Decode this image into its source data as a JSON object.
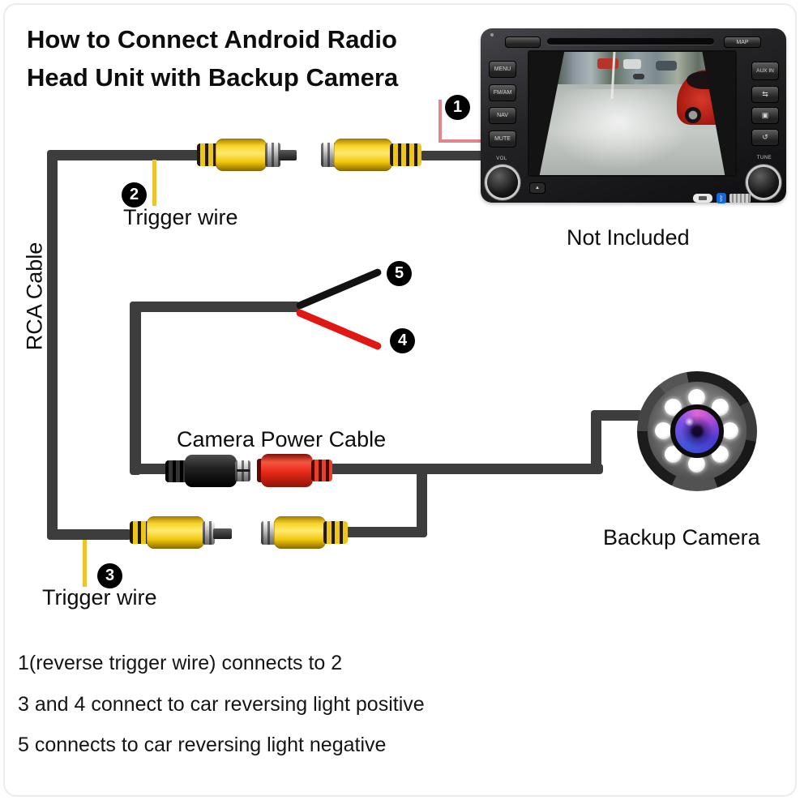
{
  "title": {
    "line1": "How to Connect Android Radio",
    "line2": "Head Unit with Backup Camera"
  },
  "labels": {
    "rca_cable": "RCA Cable",
    "trigger_wire_top": "Trigger wire",
    "trigger_wire_bottom": "Trigger wire",
    "camera_power_cable": "Camera Power Cable",
    "backup_camera": "Backup Camera",
    "not_included": "Not Included"
  },
  "callouts": {
    "reverse_input": "1",
    "trigger_top": "2",
    "trigger_bottom": "3",
    "power_positive": "4",
    "ground_negative": "5"
  },
  "notes": {
    "line1": "1(reverse trigger wire) connects to 2",
    "line2": "3 and 4 connect to car reversing light positive",
    "line3": "5 connects to car reversing light negative"
  },
  "head_unit": {
    "top_button": "MAP",
    "left_buttons": [
      "MENU",
      "FM/AM",
      "NAV",
      "MUTE"
    ],
    "aux_button": "AUX IN",
    "knob_left": "VOL",
    "knob_right": "TUNE"
  },
  "icons": {
    "bluetooth": "ᛒ",
    "eject": "▲",
    "swap": "⇆",
    "phone_book": "▣",
    "return": "↺"
  },
  "colors": {
    "cable_gray": "#3d3d3d",
    "rca_yellow": "#f2c90a",
    "trigger_yellow": "#eec32d",
    "power_red": "#e8281c",
    "bare_wire_black": "#121212",
    "bare_wire_red": "#e01713",
    "callout_line_pink": "#e2858d"
  }
}
